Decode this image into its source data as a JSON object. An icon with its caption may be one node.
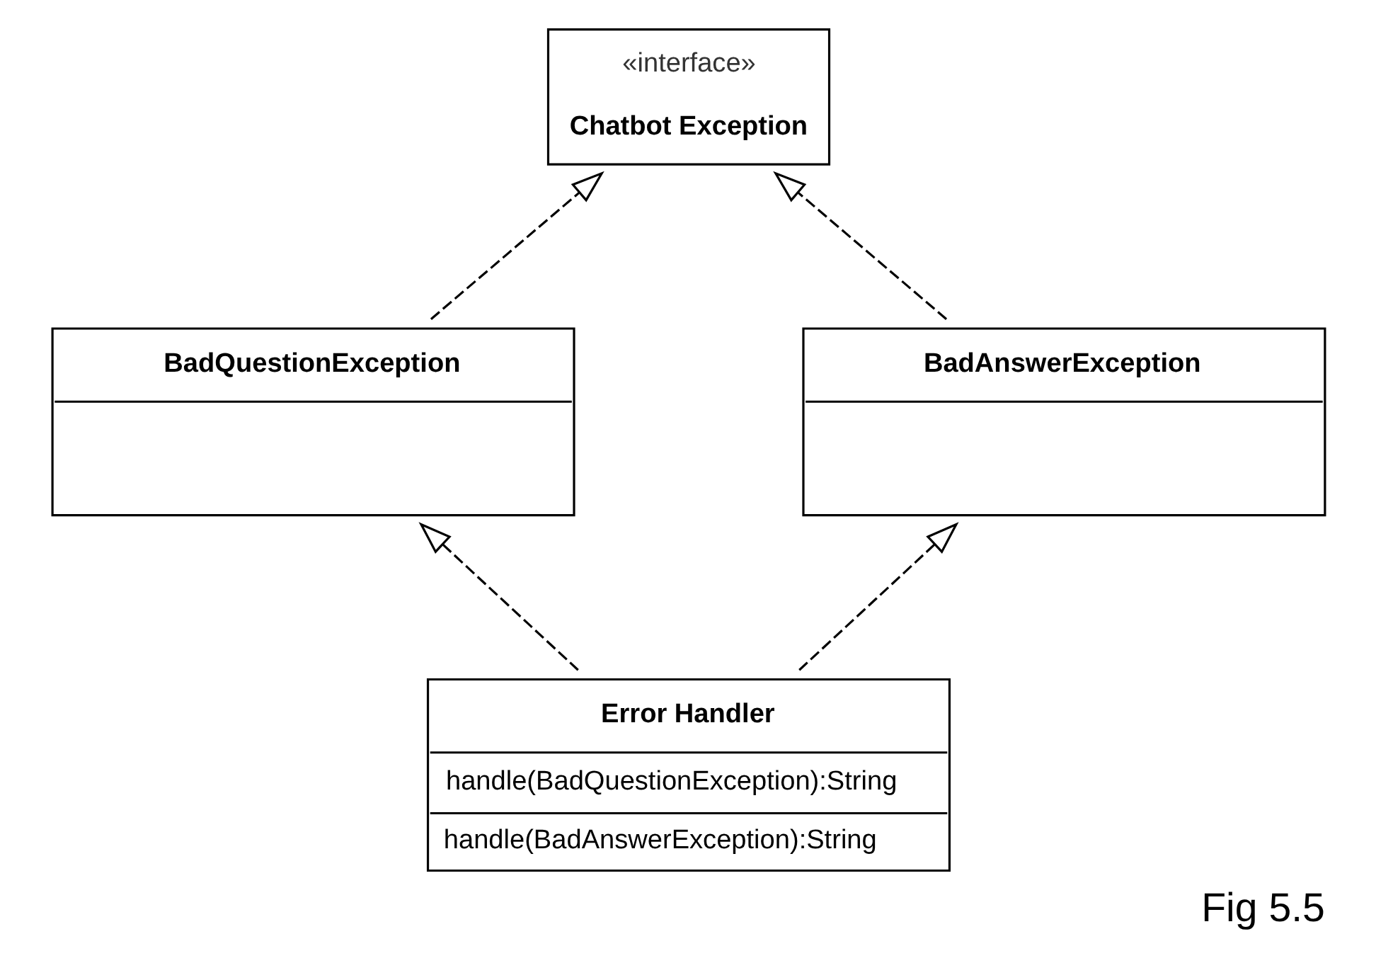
{
  "diagram": {
    "caption": "Fig 5.5",
    "nodes": [
      {
        "text": [
          "«interface»",
          "Chatbot Exception"
        ]
      },
      {
        "text": [
          "BadQuestionException"
        ]
      },
      {
        "text": [
          "BadAnswerException"
        ]
      },
      {
        "text": [
          "Error Handler",
          "handle(BadQuestionException):String",
          "handle(BadAnswerException):String"
        ]
      }
    ],
    "edges": [
      {
        "from": 1,
        "to": 0,
        "arrow": "to",
        "style": "dashed"
      },
      {
        "from": 2,
        "to": 0,
        "arrow": "to",
        "style": "dashed"
      },
      {
        "from": 3,
        "to": 1,
        "arrow": "to",
        "style": "dashed"
      },
      {
        "from": 3,
        "to": 2,
        "arrow": "to",
        "style": "dashed"
      }
    ]
  }
}
